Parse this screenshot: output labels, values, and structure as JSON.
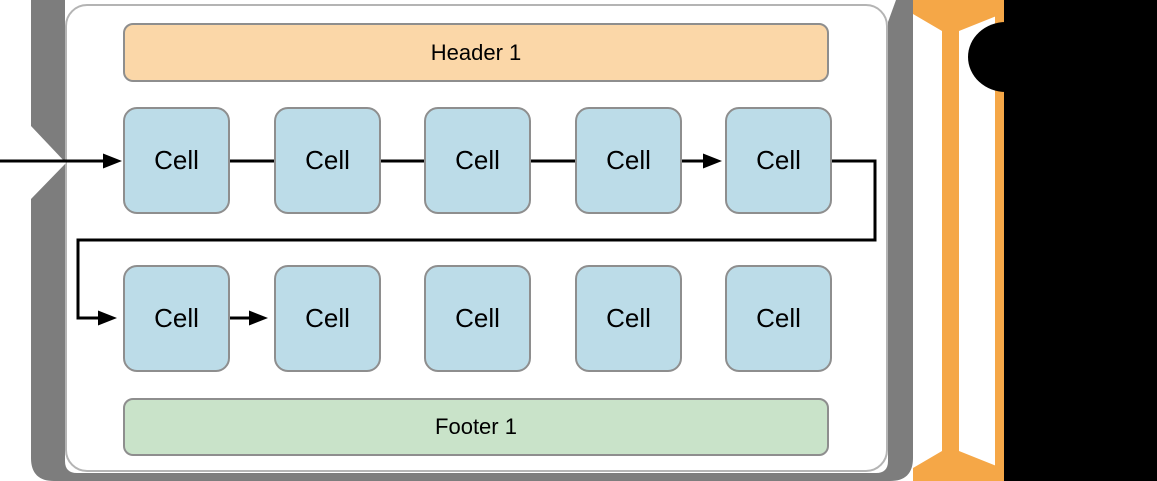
{
  "header": {
    "label": "Header 1"
  },
  "footer": {
    "label": "Footer 1"
  },
  "rows": [
    {
      "cells": [
        "Cell",
        "Cell",
        "Cell",
        "Cell",
        "Cell"
      ]
    },
    {
      "cells": [
        "Cell",
        "Cell",
        "Cell",
        "Cell",
        "Cell"
      ]
    }
  ],
  "colors": {
    "header_fill": "#fbd7a8",
    "footer_fill": "#c9e3c9",
    "cell_fill": "#bcdce8",
    "box_border_gray": "#8e8e8e",
    "container_border_gray": "#b4b4b4",
    "frame_gray": "#7d7d7d",
    "arrow_orange": "#f5a747",
    "flow_black": "#000000",
    "white": "#ffffff",
    "black_region": "#000000"
  }
}
